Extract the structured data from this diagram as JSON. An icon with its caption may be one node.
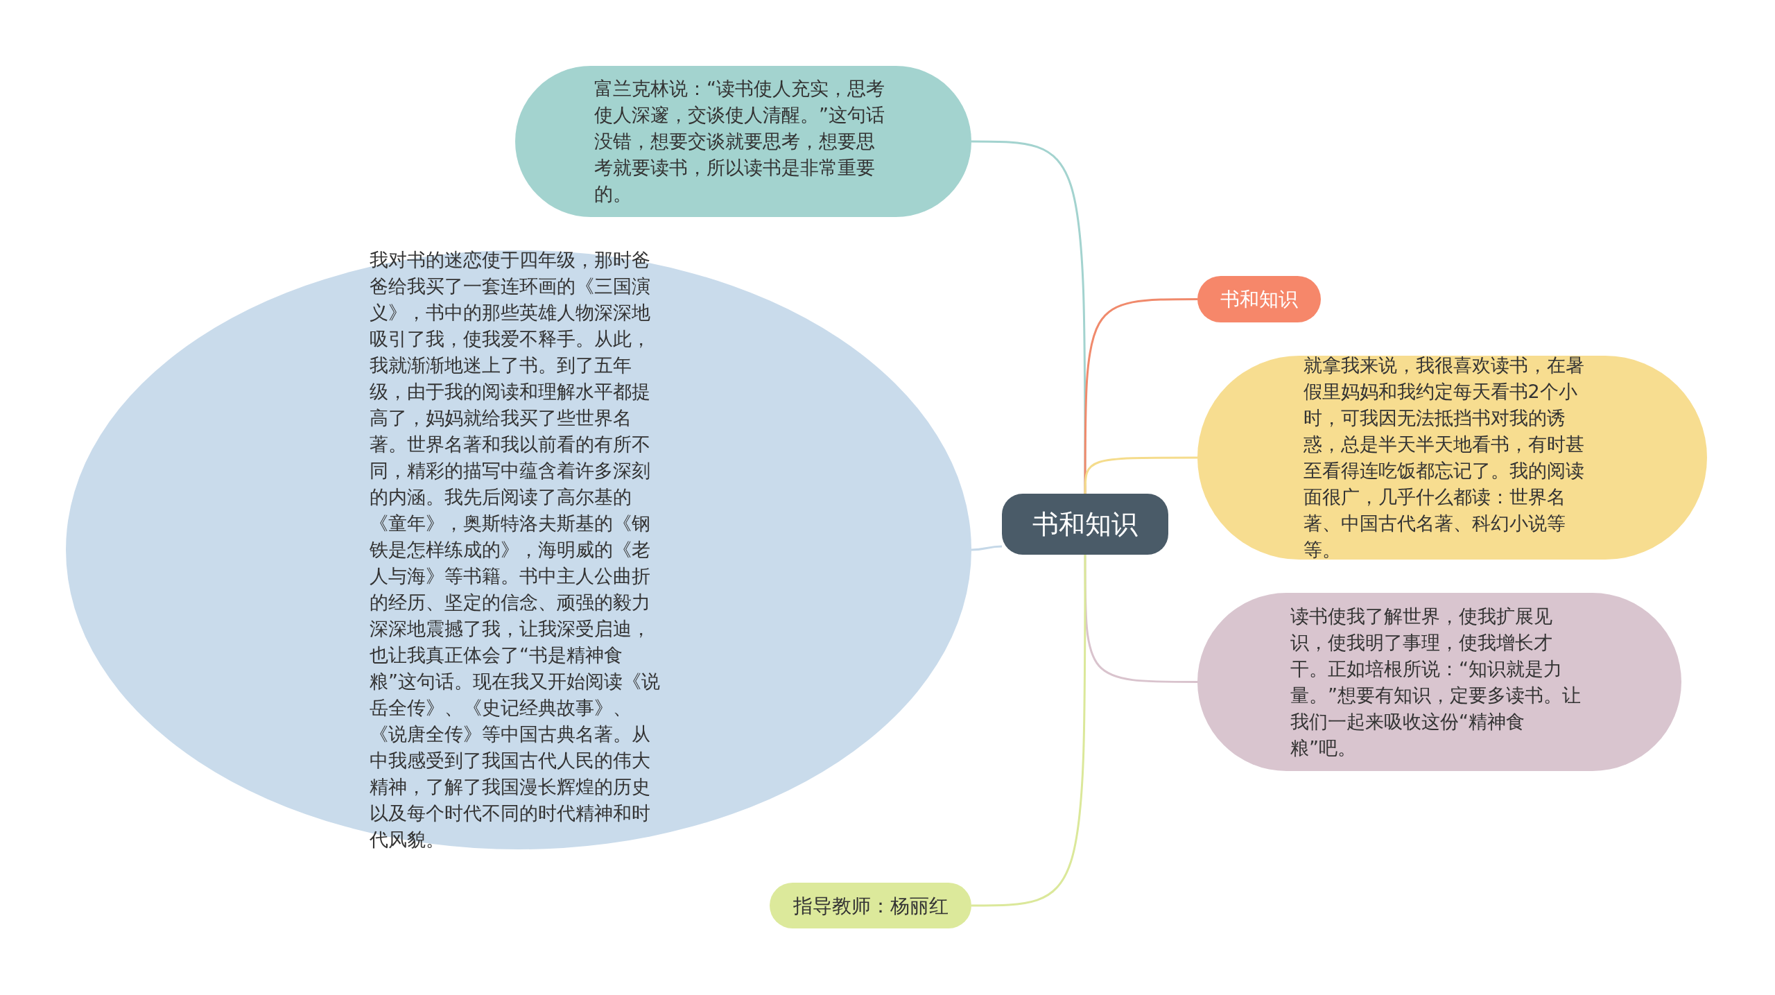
{
  "diagram": {
    "nodes": [
      {
        "text": [
          "书和知识"
        ]
      },
      {
        "text": [
          "富兰克林说：“读书使人充实，思考使人深邃，交谈使人清醒。”这句话没错，想要交谈就要思考，想要思考就要读书，所以读书是非常重要的。"
        ]
      },
      {
        "text": [
          "书和知识"
        ]
      },
      {
        "text": [
          "就拿我来说，我很喜欢读书，在暑假里妈妈和我约定每天看书2个小时，可我因无法抵挡书对我的诱惑，总是半天半天地看书，有时甚至看得连吃饭都忘记了。我的阅读面很广，几乎什么都读：世界名著、中国古代名著、科幻小说等等。"
        ]
      },
      {
        "text": [
          "读书使我了解世界，使我扩展见识，使我明了事理，使我增长才干。正如培根所说：“知识就是力量。”想要有知识，定要多读书。让我们一起来吸收这份“精神食粮”吧。"
        ]
      },
      {
        "text": [
          "我对书的迷恋使于四年级，那时爸爸给我买了一套连环画的《三国演义》，书中的那些英雄人物深深地吸引了我，使我爱不释手。从此，我就渐渐地迷上了书。到了五年级，由于我的阅读和理解水平都提高了，妈妈就给我买了些世界名著。世界名著和我以前看的有所不同，精彩的描写中蕴含着许多深刻的内涵。我先后阅读了高尔基的《童年》，奥斯特洛夫斯基的《钢铁是怎样练成的》，海明威的《老人与海》等书籍。书中主人公曲折的经历、坚定的信念、顽强的毅力深深地震撼了我，让我深受启迪，也让我真正体会了“书是精神食粮”这句话。现在我又开始阅读《说岳全传》、《史记经典故事》、《说唐全传》等中国古典名著。从中我感受到了我国古代人民的伟大精神，了解了我国漫长辉煌的历史以及每个时代不同的时代精神和时代风貌。"
        ]
      },
      {
        "text": [
          "指导教师：杨丽红"
        ]
      }
    ],
    "edges": [
      {
        "from": 0,
        "to": 1,
        "arrow": "none",
        "color": "#a3d3cf"
      },
      {
        "from": 0,
        "to": 2,
        "arrow": "none",
        "color": "#f08a6c"
      },
      {
        "from": 0,
        "to": 3,
        "arrow": "none",
        "color": "#f5dc8c"
      },
      {
        "from": 0,
        "to": 4,
        "arrow": "none",
        "color": "#d9c3cd"
      },
      {
        "from": 0,
        "to": 5,
        "arrow": "none",
        "color": "#c5d8e8"
      },
      {
        "from": 0,
        "to": 6,
        "arrow": "none",
        "color": "#dbe89a"
      }
    ]
  }
}
